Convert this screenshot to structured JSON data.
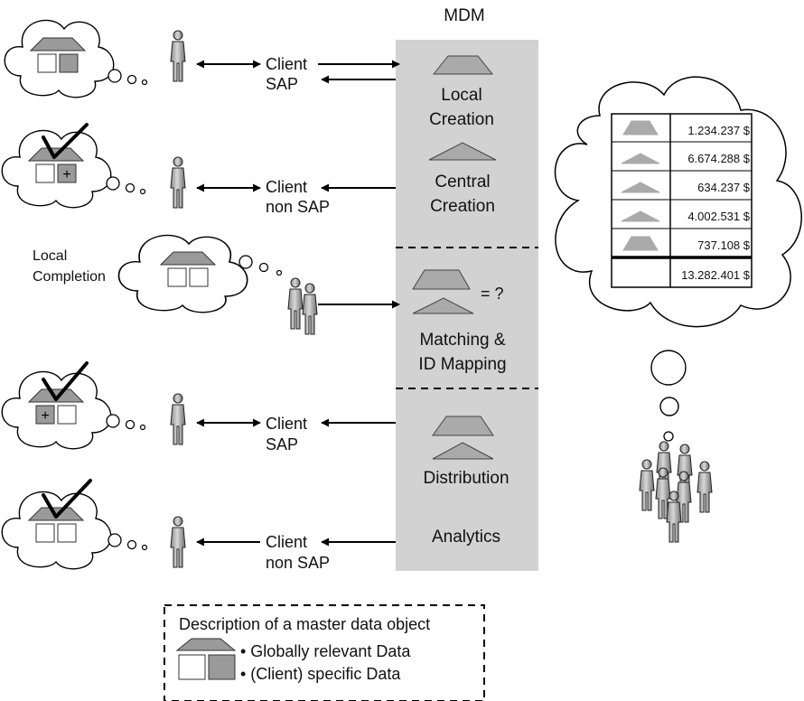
{
  "mdm": {
    "title": "MDM",
    "sections": {
      "local_creation": [
        "Local",
        "Creation"
      ],
      "central_creation": [
        "Central",
        "Creation"
      ],
      "matching": [
        "Matching &",
        "ID Mapping"
      ],
      "distribution": "Distribution",
      "analytics": "Analytics"
    },
    "equals_symbol": "= ?"
  },
  "clients": [
    {
      "line1": "Client",
      "line2": "SAP"
    },
    {
      "line1": "Client",
      "line2": "non SAP"
    },
    {
      "line1": "Client",
      "line2": "SAP"
    },
    {
      "line1": "Client",
      "line2": "non SAP"
    }
  ],
  "local_completion": [
    "Local",
    "Completion"
  ],
  "plus_symbol": "+",
  "table": {
    "rows": [
      {
        "value": "1.234.237 $",
        "icon": "trapezoid-icon"
      },
      {
        "value": "6.674.288 $",
        "icon": "triangle-icon"
      },
      {
        "value": "634.237 $",
        "icon": "triangle-icon"
      },
      {
        "value": "4.002.531 $",
        "icon": "triangle-icon"
      },
      {
        "value": "737.108 $",
        "icon": "trapezoid-icon"
      }
    ],
    "total": "13.282.401 $"
  },
  "legend": {
    "title": "Description of a master data object",
    "items": [
      "• Globally relevant Data",
      "• (Client) specific Data"
    ]
  }
}
